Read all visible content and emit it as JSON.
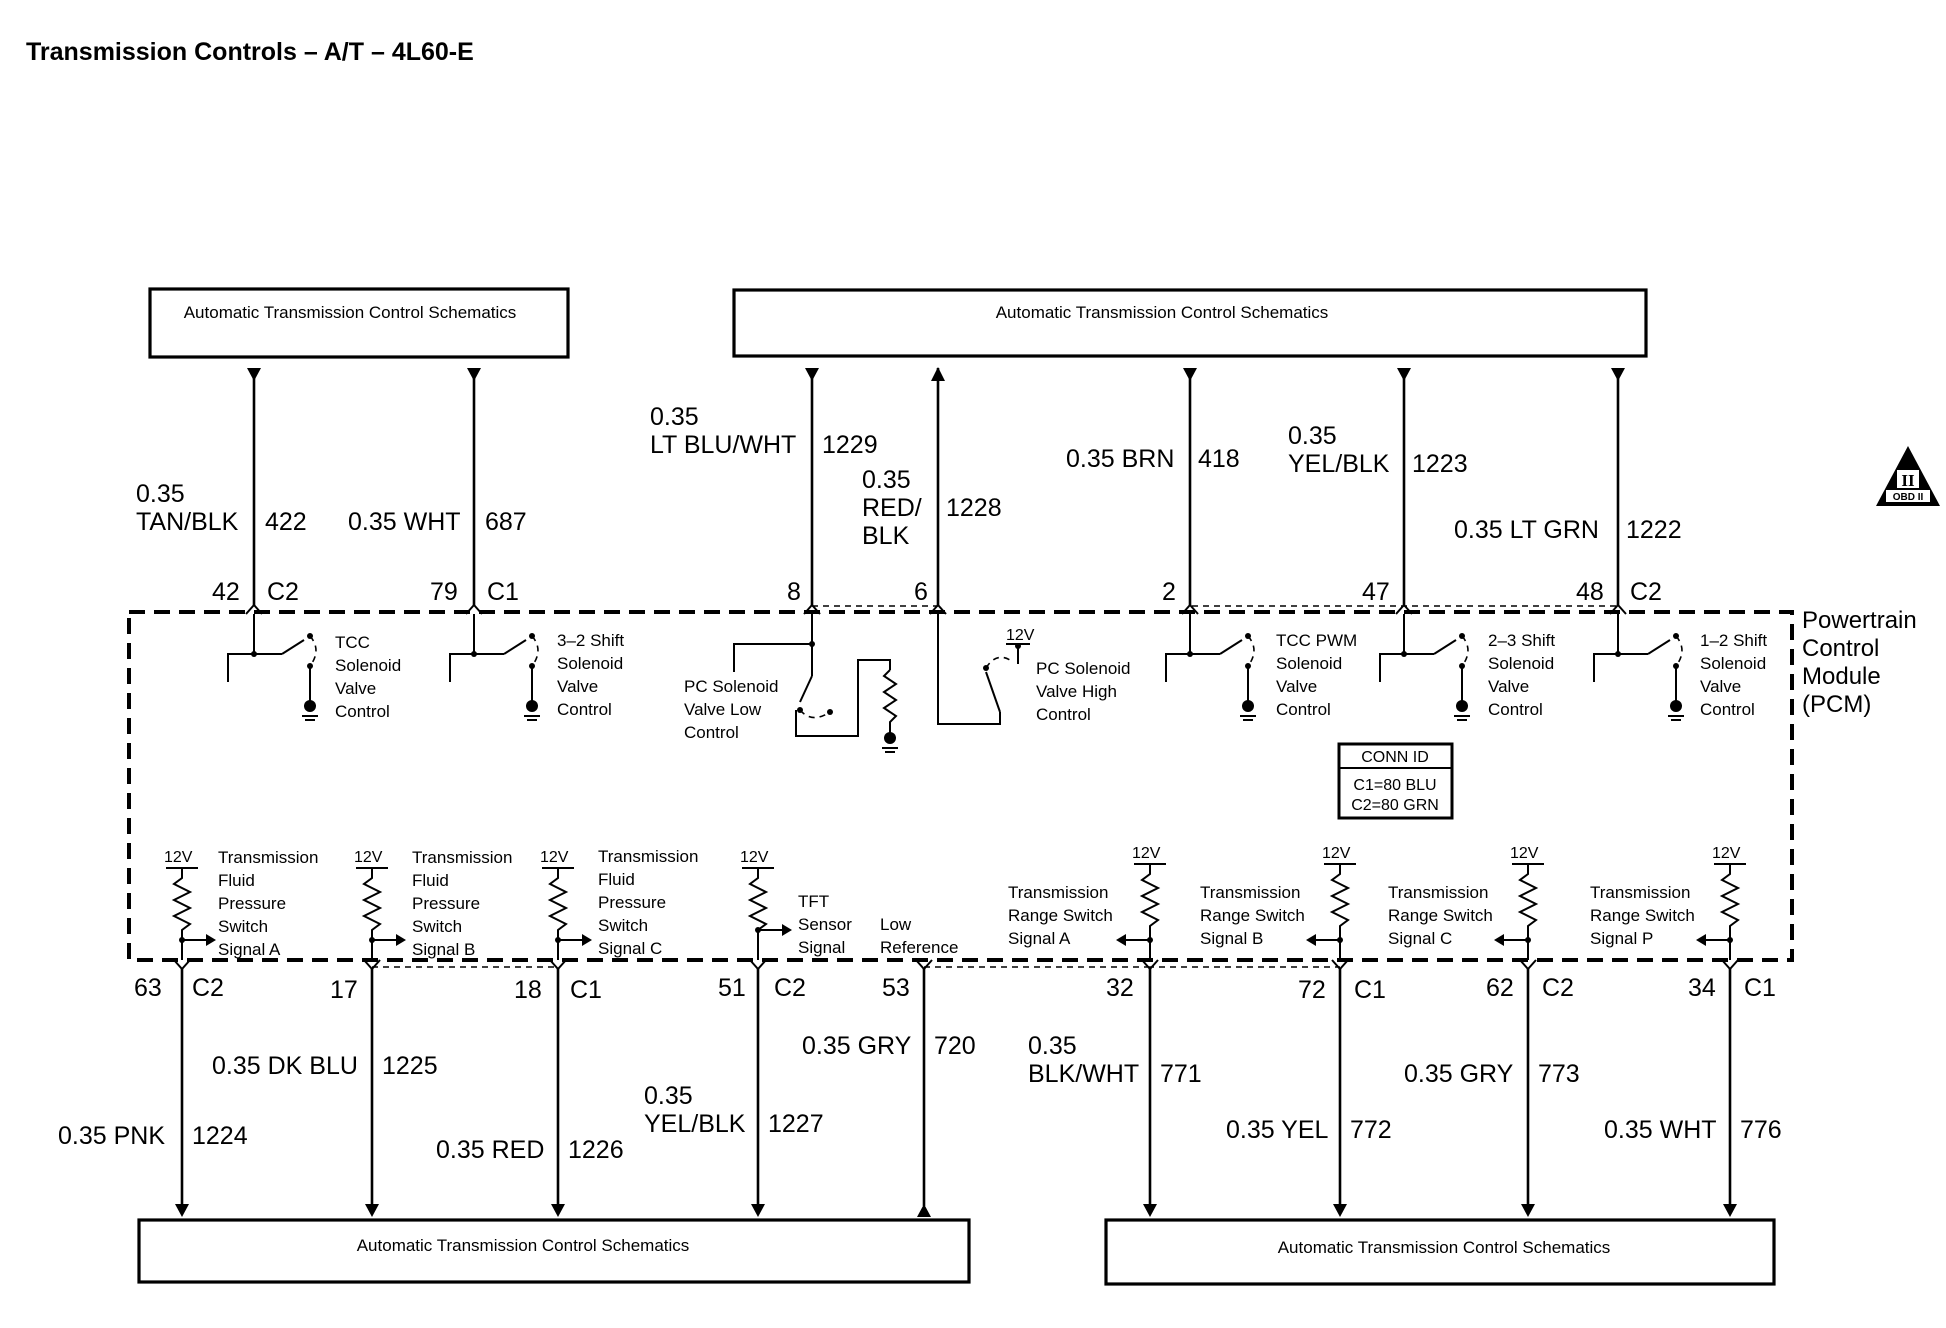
{
  "title": "Transmission Controls – A/T – 4L60-E",
  "badge": {
    "roman": "II",
    "text": "OBD II"
  },
  "boxes": {
    "top_left": "Automatic Transmission Control Schematics",
    "top_right": "Automatic Transmission Control Schematics",
    "bottom_left": "Automatic Transmission Control Schematics",
    "bottom_right": "Automatic Transmission Control Schematics"
  },
  "pcm_label": [
    "Powertrain",
    "Control",
    "Module",
    "(PCM)"
  ],
  "conn_id": {
    "title": "CONN ID",
    "lines": [
      "C1=80 BLU",
      "C2=80 GRN"
    ]
  },
  "supply_label": "12V",
  "top_wires": [
    {
      "size": "0.35",
      "color": "TAN/BLK",
      "circuit": "422",
      "pin": "42",
      "conn": "C2",
      "dir": "down"
    },
    {
      "size": "0.35 WHT",
      "color": "",
      "circuit": "687",
      "pin": "79",
      "conn": "C1",
      "dir": "down"
    },
    {
      "size": "0.35",
      "color": "LT BLU/WHT",
      "circuit": "1229",
      "pin": "8",
      "conn": "",
      "dir": "down"
    },
    {
      "size": "0.35",
      "color": "RED/",
      "color2": "BLK",
      "circuit": "1228",
      "pin": "6",
      "conn": "",
      "dir": "up"
    },
    {
      "size": "0.35 BRN",
      "color": "",
      "circuit": "418",
      "pin": "2",
      "conn": "",
      "dir": "down"
    },
    {
      "size": "0.35",
      "color": "YEL/BLK",
      "circuit": "1223",
      "pin": "47",
      "conn": "",
      "dir": "down"
    },
    {
      "size": "0.35 LT GRN",
      "color": "",
      "circuit": "1222",
      "pin": "48",
      "conn": "C2",
      "dir": "down"
    }
  ],
  "top_components": [
    {
      "lines": [
        "TCC",
        "Solenoid",
        "Valve",
        "Control"
      ]
    },
    {
      "lines": [
        "3–2 Shift",
        "Solenoid",
        "Valve",
        "Control"
      ]
    },
    {
      "lines": [
        "PC Solenoid",
        "Valve Low",
        "Control"
      ]
    },
    {
      "lines": [
        "PC Solenoid",
        "Valve High",
        "Control"
      ]
    },
    {
      "lines": [
        "TCC PWM",
        "Solenoid",
        "Valve",
        "Control"
      ]
    },
    {
      "lines": [
        "2–3 Shift",
        "Solenoid",
        "Valve",
        "Control"
      ]
    },
    {
      "lines": [
        "1–2 Shift",
        "Solenoid",
        "Valve",
        "Control"
      ]
    }
  ],
  "bottom_components": [
    {
      "lines": [
        "Transmission",
        "Fluid",
        "Pressure",
        "Switch",
        "Signal A"
      ]
    },
    {
      "lines": [
        "Transmission",
        "Fluid",
        "Pressure",
        "Switch",
        "Signal B"
      ]
    },
    {
      "lines": [
        "Transmission",
        "Fluid",
        "Pressure",
        "Switch",
        "Signal C"
      ]
    },
    {
      "lines": [
        "TFT",
        "Sensor",
        "Signal"
      ]
    },
    {
      "lines": [
        "Low",
        "Reference"
      ]
    },
    {
      "lines": [
        "Transmission",
        "Range Switch",
        "Signal A"
      ]
    },
    {
      "lines": [
        "Transmission",
        "Range Switch",
        "Signal B"
      ]
    },
    {
      "lines": [
        "Transmission",
        "Range Switch",
        "Signal C"
      ]
    },
    {
      "lines": [
        "Transmission",
        "Range Switch",
        "Signal P"
      ]
    }
  ],
  "bottom_wires": [
    {
      "pin": "63",
      "conn": "C2",
      "label": "0.35 PNK",
      "label2": "",
      "circuit": "1224",
      "dir": "down"
    },
    {
      "pin": "17",
      "conn": "",
      "label": "0.35 DK BLU",
      "label2": "",
      "circuit": "1225",
      "dir": "down"
    },
    {
      "pin": "18",
      "conn": "C1",
      "label": "0.35 RED",
      "label2": "",
      "circuit": "1226",
      "dir": "down"
    },
    {
      "pin": "51",
      "conn": "C2",
      "label": "0.35",
      "label2": "YEL/BLK",
      "circuit": "1227",
      "dir": "down"
    },
    {
      "pin": "53",
      "conn": "",
      "label": "0.35 GRY",
      "label2": "",
      "circuit": "720",
      "dir": "up"
    },
    {
      "pin": "32",
      "conn": "",
      "label": "0.35",
      "label2": "BLK/WHT",
      "circuit": "771",
      "dir": "down"
    },
    {
      "pin": "72",
      "conn": "C1",
      "label": "0.35 YEL",
      "label2": "",
      "circuit": "772",
      "dir": "down"
    },
    {
      "pin": "62",
      "conn": "C2",
      "label": "0.35 GRY",
      "label2": "",
      "circuit": "773",
      "dir": "down"
    },
    {
      "pin": "34",
      "conn": "C1",
      "label": "0.35 WHT",
      "label2": "",
      "circuit": "776",
      "dir": "down"
    }
  ]
}
